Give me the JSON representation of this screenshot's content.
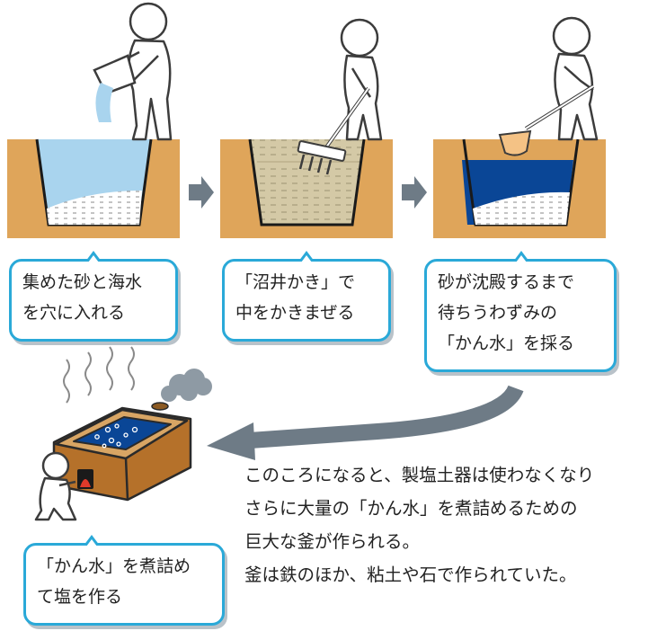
{
  "colors": {
    "soil": "#dfa55a",
    "soil_edge": "#1a1a1a",
    "light_water": "#a9d4ee",
    "murky_water": "#d4c9a6",
    "brine": "#0a4696",
    "bubble_border": "#2aa9d8",
    "arrow_gray": "#6e7b86",
    "figure_fill": "#ffffff",
    "figure_stroke": "#3c3c3c",
    "pot_brown": "#b5712a"
  },
  "steps": [
    {
      "lines": [
        "集めた砂と海水",
        "を穴に入れる"
      ]
    },
    {
      "lines": [
        "「沼井かき」で",
        "中をかきまぜる"
      ]
    },
    {
      "lines": [
        "砂が沈殿するまで",
        "待ちうわずみの",
        "「かん水」を採る"
      ]
    },
    {
      "lines": [
        "「かん水」を煮詰め",
        "て塩を作る"
      ]
    }
  ],
  "caption": {
    "lines": [
      "このころになると、製塩土器は使わなくなり",
      "さらに大量の「かん水」を煮詰めるための",
      "巨大な釜が作られる。",
      "釜は鉄のほか、粘土や石で作られていた。"
    ]
  },
  "icons": [
    "person-icon",
    "bucket-icon",
    "rake-icon",
    "ladle-icon",
    "smoke-icon",
    "steam-icon",
    "salt-pot-icon",
    "fire-icon"
  ]
}
